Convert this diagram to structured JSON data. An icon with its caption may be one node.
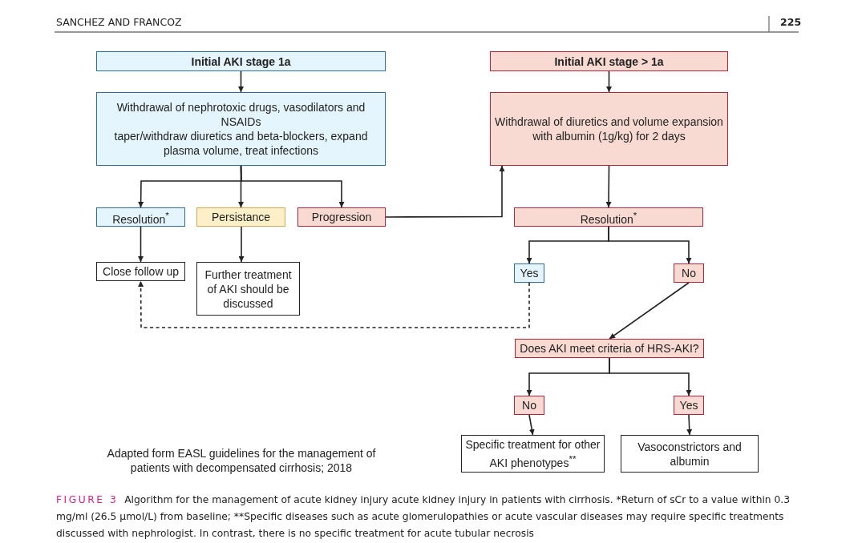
{
  "diagram": {
    "caption": "**FIGURE 3** Algorithm for the management of acute kidney injury acute kidney injury in patients with cirrhosis. *Return of sCr to a value within 0.3 mg/ml (26.5 μmol/L) from baseline; **Specific diseases such as acute glomerulopathies or acute vascular diseases may require specific treatments discussed with nephrologist. In contrast, there is no specific treatment for acute tubular necrosis",
    "nodes": [
      {
        "text": [
          "Initial AKI stage 1a"
        ]
      },
      {
        "text": [
          "Withdrawal of nephrotoxic drugs, vasodilators and NSAIDs",
          "taper/withdraw diuretics and beta-blockers, expand plasma volume, treat infections"
        ]
      },
      {
        "text": [
          "Initial AKI stage > 1a"
        ]
      },
      {
        "text": [
          "Withdrawal of diuretics and volume expansion with albumin (1g/kg) for 2 days"
        ]
      },
      {
        "text": [
          "Resolution$^{*}$"
        ]
      },
      {
        "text": [
          "Persistance"
        ]
      },
      {
        "text": [
          "Progression"
        ]
      },
      {
        "text": [
          "Resolution$^{*}$"
        ]
      },
      {
        "text": [
          "Close follow up"
        ]
      },
      {
        "text": [
          "Further treatment of AKI should be discussed"
        ]
      },
      {
        "text": [
          "Yes"
        ]
      },
      {
        "text": [
          "No"
        ]
      },
      {
        "text": [
          "Does AKI meet criteria of HRS-AKI?"
        ]
      },
      {
        "text": [
          "No"
        ]
      },
      {
        "text": [
          "Yes"
        ]
      },
      {
        "text": [
          "Specific treatment for other AKI phenotypes$^{**}$"
        ]
      },
      {
        "text": [
          "Vasoconstrictors and albumin"
        ]
      }
    ],
    "edges": [
      {
        "from": 0,
        "to": 1,
        "arrow": "to"
      },
      {
        "from": 1,
        "to": 4,
        "arrow": "to"
      },
      {
        "from": 1,
        "to": 5,
        "arrow": "to"
      },
      {
        "from": 1,
        "to": 6,
        "arrow": "to"
      },
      {
        "from": 6,
        "to": 3,
        "arrow": "to"
      },
      {
        "from": 2,
        "to": 3,
        "arrow": "to"
      },
      {
        "from": 3,
        "to": 7,
        "arrow": "to"
      },
      {
        "from": 7,
        "to": 10,
        "arrow": "to"
      },
      {
        "from": 7,
        "to": 11,
        "arrow": "to"
      },
      {
        "from": 4,
        "to": 8,
        "arrow": "to"
      },
      {
        "from": 5,
        "to": 9,
        "arrow": "to"
      },
      {
        "from": 10,
        "to": 8,
        "arrow": "to",
        "style": "dashed"
      },
      {
        "from": 11,
        "to": 12,
        "arrow": "to"
      },
      {
        "from": 12,
        "to": 13,
        "arrow": "to"
      },
      {
        "from": 12,
        "to": 14,
        "arrow": "to"
      },
      {
        "from": 13,
        "to": 15,
        "arrow": "to"
      },
      {
        "from": 14,
        "to": 16,
        "arrow": "to"
      }
    ],
    "labels": [
      "SANCHEZ AND FRANCOZ",
      "225",
      "Adapted form EASL guidelines for the management of patients with decompensated cirrhosis; 2018"
    ]
  }
}
